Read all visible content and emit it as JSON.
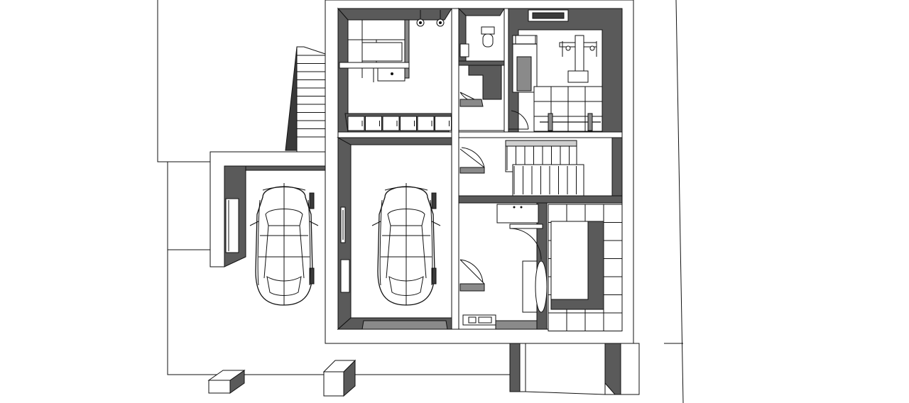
{
  "rooms": [
    {
      "id": "kitchen"
    },
    {
      "id": "wc"
    },
    {
      "id": "gym"
    },
    {
      "id": "hall-stairs"
    },
    {
      "id": "garage-interior"
    },
    {
      "id": "carport"
    },
    {
      "id": "laundry"
    },
    {
      "id": "tiled-room"
    }
  ],
  "vehicles": [
    {
      "id": "car-carport"
    },
    {
      "id": "car-garage"
    }
  ],
  "colors": {
    "wall_shadow": "#5a5a5a",
    "wall_dark": "#3a3a3a",
    "line": "#111111",
    "floor": "#ffffff"
  }
}
